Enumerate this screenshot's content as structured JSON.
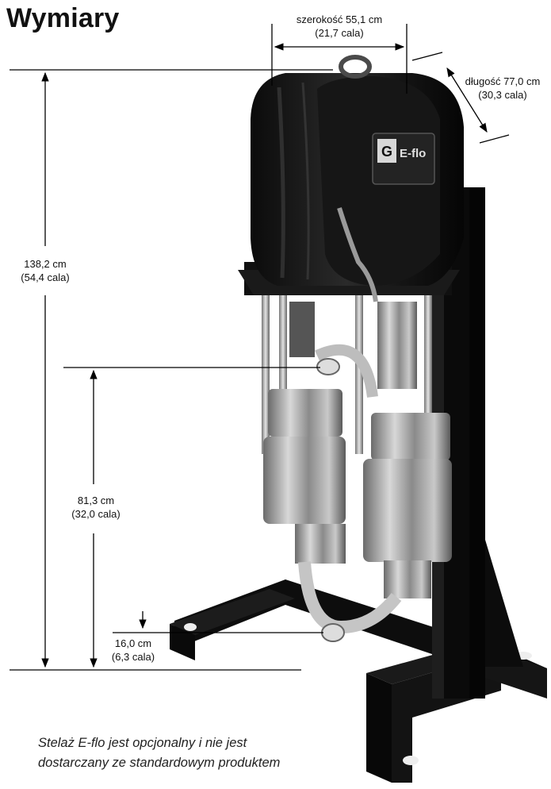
{
  "title": "Wymiary",
  "dimensions": {
    "width": {
      "line1": "szerokość 55,1 cm",
      "line2": "(21,7 cala)"
    },
    "length": {
      "line1": "długość 77,0 cm",
      "line2": "(30,3 cala)"
    },
    "height_total": {
      "line1": "138,2 cm",
      "line2": "(54,4 cala)"
    },
    "height_inlet": {
      "line1": "81,3 cm",
      "line2": "(32,0 cala)"
    },
    "height_outlet": {
      "line1": "16,0 cm",
      "line2": "(6,3 cala)"
    }
  },
  "product": {
    "logo_text": "E-flo"
  },
  "note": {
    "line1": "Stelaż E-flo jest opcjonalny i nie jest",
    "line2": "dostarczany ze standardowym produktem"
  }
}
